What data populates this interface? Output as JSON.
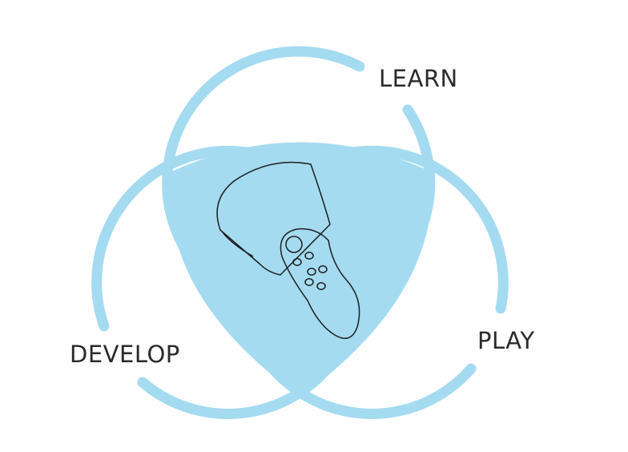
{
  "labels": {
    "learn": "LEARN",
    "play": "PLAY",
    "develop": "DEVELOP"
  },
  "colors": {
    "ring": "#a4dbf0",
    "center": "#a4dbf0",
    "outline": "#1e1e1e",
    "text": "#2b2b2b"
  },
  "icons": {
    "center": "vr-controller-icon"
  }
}
